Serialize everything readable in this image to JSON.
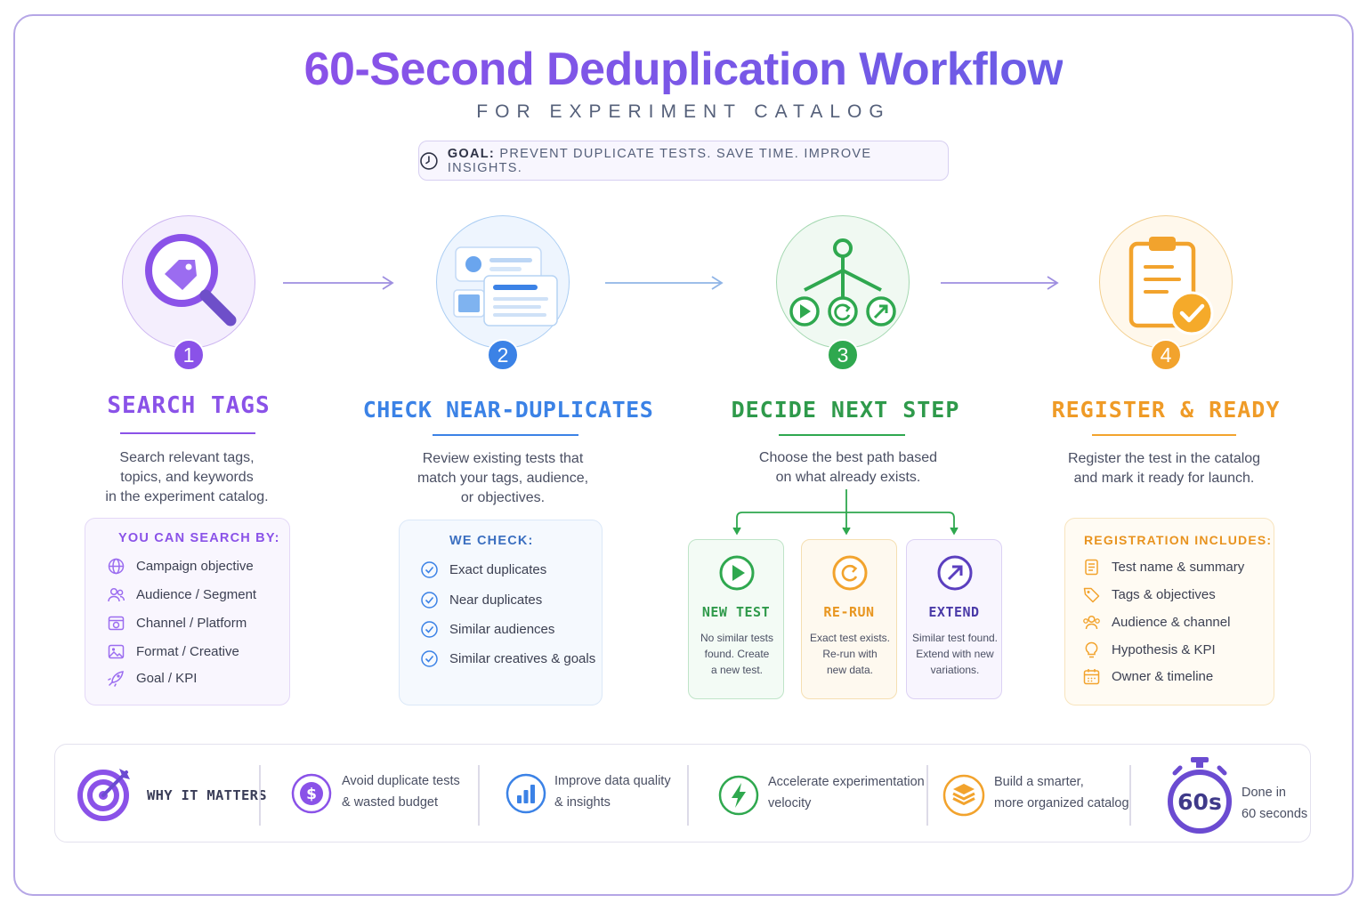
{
  "header": {
    "title": "60-Second Deduplication Workflow",
    "subtitle": "FOR EXPERIMENT CATALOG",
    "goal_label": "GOAL:",
    "goal_text": "PREVENT DUPLICATE TESTS. SAVE TIME. IMPROVE INSIGHTS."
  },
  "colors": {
    "purple": "#8a52e8",
    "blue": "#3b82e6",
    "green": "#2fa84f",
    "orange": "#f2a32d"
  },
  "steps": [
    {
      "number": "1",
      "title": "SEARCH TAGS",
      "desc": [
        "Search relevant tags,",
        "topics, and keywords",
        "in the experiment catalog."
      ],
      "icon": "tag-search-icon",
      "box_title": "YOU CAN SEARCH BY:",
      "items": [
        {
          "icon": "globe-icon",
          "label": "Campaign objective"
        },
        {
          "icon": "users-icon",
          "label": "Audience / Segment"
        },
        {
          "icon": "browser-icon",
          "label": "Channel / Platform"
        },
        {
          "icon": "image-icon",
          "label": "Format / Creative"
        },
        {
          "icon": "rocket-icon",
          "label": "Goal / KPI"
        }
      ]
    },
    {
      "number": "2",
      "title": "CHECK NEAR-DUPLICATES",
      "desc": [
        "Review existing tests that",
        "match your tags, audience,",
        "or objectives."
      ],
      "icon": "compare-cards-icon",
      "box_title": "WE CHECK:",
      "items": [
        {
          "icon": "check-circle-icon",
          "label": "Exact duplicates"
        },
        {
          "icon": "check-circle-icon",
          "label": "Near duplicates"
        },
        {
          "icon": "check-circle-icon",
          "label": "Similar audiences"
        },
        {
          "icon": "check-circle-icon",
          "label": "Similar creatives & goals"
        }
      ]
    },
    {
      "number": "3",
      "title": "DECIDE NEXT STEP",
      "desc": [
        "Choose the best path based",
        "on what already exists."
      ],
      "icon": "decision-tree-icon",
      "options": [
        {
          "title": "NEW TEST",
          "icon": "play-icon",
          "desc": [
            "No similar tests",
            "found. Create",
            "a new test."
          ]
        },
        {
          "title": "RE-RUN",
          "icon": "rerun-icon",
          "desc": [
            "Exact test exists.",
            "Re-run with",
            "new data."
          ]
        },
        {
          "title": "EXTEND",
          "icon": "arrow-up-right-icon",
          "desc": [
            "Similar test found.",
            "Extend with new",
            "variations."
          ]
        }
      ]
    },
    {
      "number": "4",
      "title": "REGISTER & READY",
      "desc": [
        "Register the test in the catalog",
        "and mark it ready for launch."
      ],
      "icon": "clipboard-check-icon",
      "box_title": "REGISTRATION INCLUDES:",
      "items": [
        {
          "icon": "document-icon",
          "label": "Test name & summary"
        },
        {
          "icon": "tag-icon",
          "label": "Tags & objectives"
        },
        {
          "icon": "users-icon",
          "label": "Audience & channel"
        },
        {
          "icon": "lightbulb-icon",
          "label": "Hypothesis & KPI"
        },
        {
          "icon": "calendar-icon",
          "label": "Owner & timeline"
        }
      ]
    }
  ],
  "why": {
    "label": "WHY IT MATTERS",
    "items": [
      {
        "icon": "dollar-icon",
        "lines": [
          "Avoid duplicate tests",
          "& wasted budget"
        ]
      },
      {
        "icon": "bar-chart-icon",
        "lines": [
          "Improve data quality",
          "& insights"
        ]
      },
      {
        "icon": "lightning-icon",
        "lines": [
          "Accelerate experimentation",
          "velocity"
        ]
      },
      {
        "icon": "layers-icon",
        "lines": [
          "Build a smarter,",
          "more organized catalog"
        ]
      }
    ],
    "timer_label": "60s",
    "done_lines": [
      "Done in",
      "60 seconds"
    ]
  }
}
